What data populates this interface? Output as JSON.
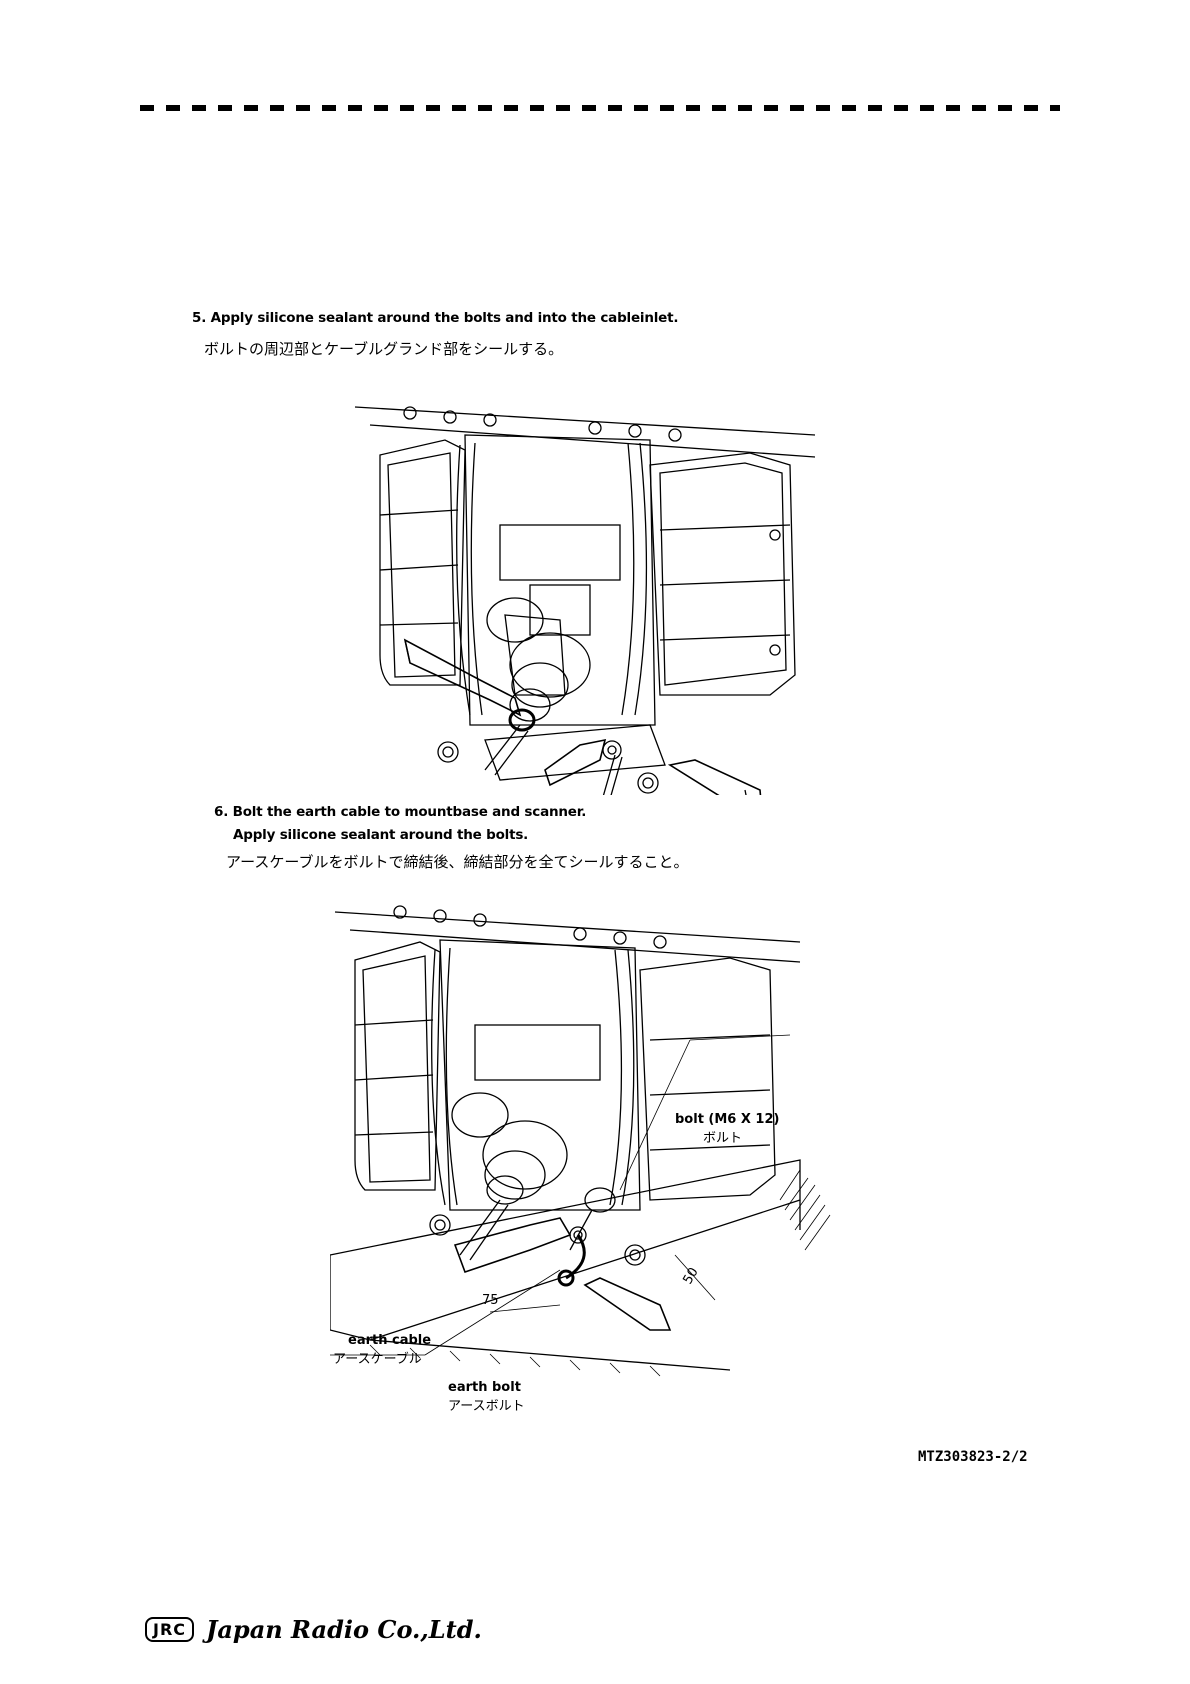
{
  "step5": {
    "en": "5. Apply silicone sealant around the bolts and into the cableinlet.",
    "jp": "ボルトの周辺部とケーブルグランド部をシールする。"
  },
  "step6": {
    "en_line1": "6. Bolt the earth cable to mountbase and scanner.",
    "en_line2": "Apply silicone sealant around the bolts.",
    "jp": "アースケーブルをボルトで締結後、締結部分を全てシールすること。"
  },
  "callouts": {
    "bolt_en": "bolt (M6 X 12)",
    "bolt_jp": "ボルト",
    "earth_cable_en": "earth cable",
    "earth_cable_jp": "アースケーブル",
    "earth_bolt_en": "earth bolt",
    "earth_bolt_jp": "アースボルト"
  },
  "dimensions": {
    "d75": "75",
    "d50": "50"
  },
  "document_number": "MTZ303823-2/2",
  "footer": {
    "logo_mark": "JRC",
    "company": "Japan Radio Co.,Ltd."
  }
}
